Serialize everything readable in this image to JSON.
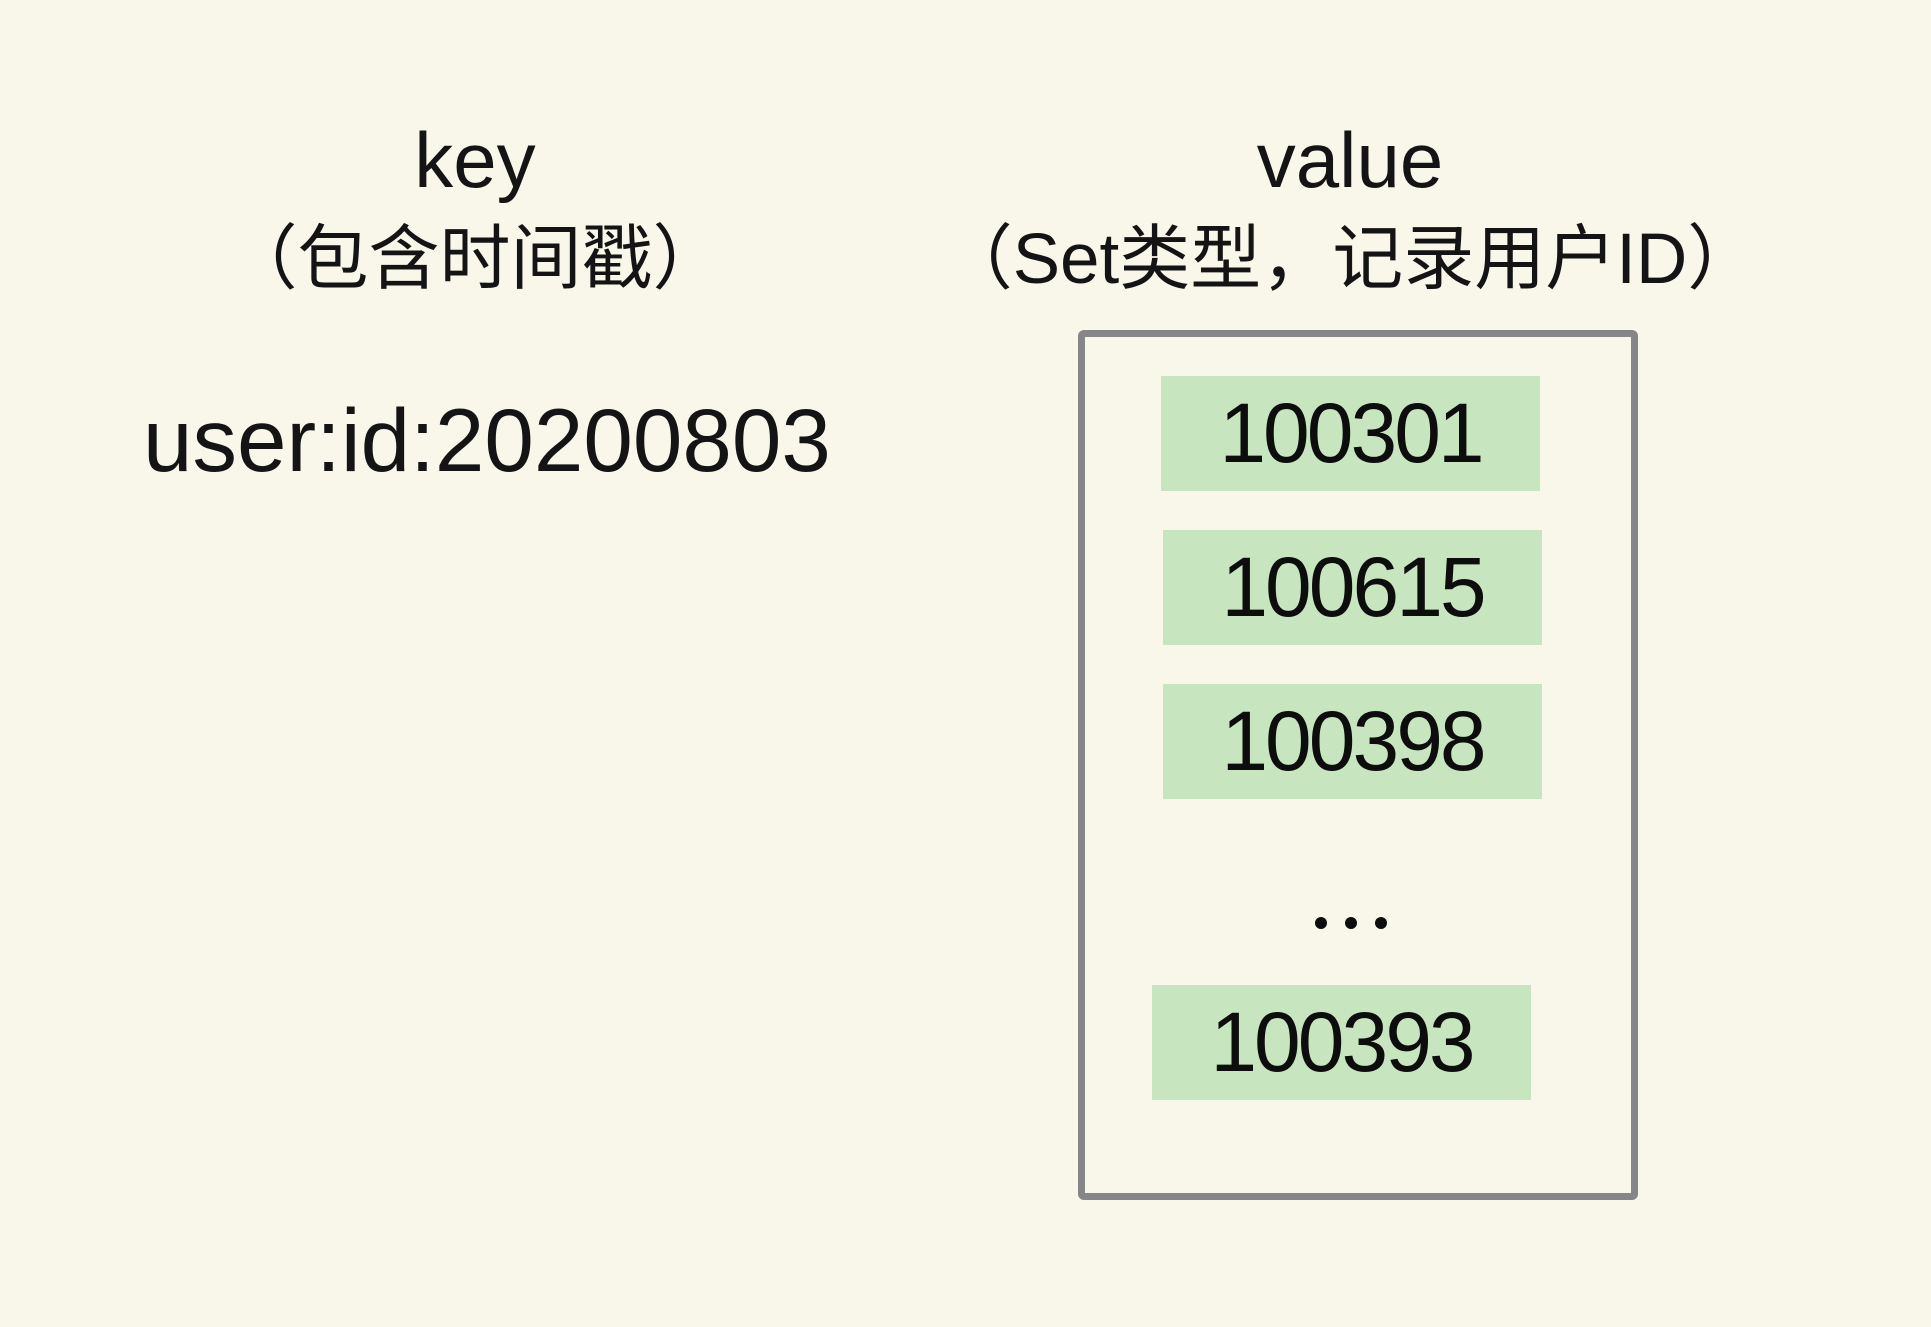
{
  "diagram": {
    "key_column": {
      "title": "key",
      "subtitle": "（包含时间戳）",
      "key_string": "user:id:20200803"
    },
    "value_column": {
      "title": "value",
      "subtitle": "（Set类型，记录用户ID）",
      "set_type": "Set",
      "set_items": [
        "100301",
        "100615",
        "100398",
        "100393"
      ],
      "ellipsis": "…"
    }
  },
  "colors": {
    "background": "#f9f7ea",
    "item_background": "#c7e6bf",
    "box_border": "#868686",
    "text": "#141414"
  }
}
